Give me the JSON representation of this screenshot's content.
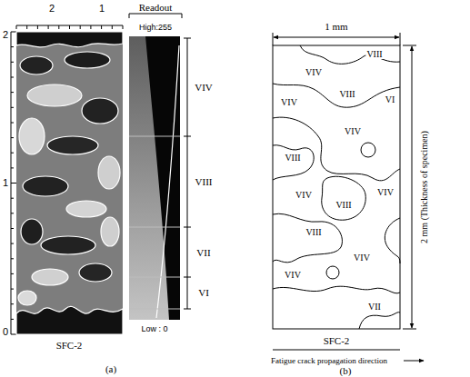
{
  "diagram": {
    "labels": [
      "2",
      "1",
      "2",
      "1",
      "0",
      "Readout",
      "High:255",
      "VIV",
      "VIII",
      "VII",
      "VI",
      "Low : 0",
      "SFC-2",
      "(a)",
      "1 mm",
      "2 mm (Thickness of specimen)",
      "SFC-2",
      "Fatigue crack propagation direction",
      "(b)",
      "VIII",
      "VIV",
      "VIII",
      "VI",
      "VIV",
      "VIV",
      "VIII",
      "VIV",
      "VIII",
      "VIV",
      "VIII",
      "VIV",
      "VIV",
      "VII"
    ]
  }
}
